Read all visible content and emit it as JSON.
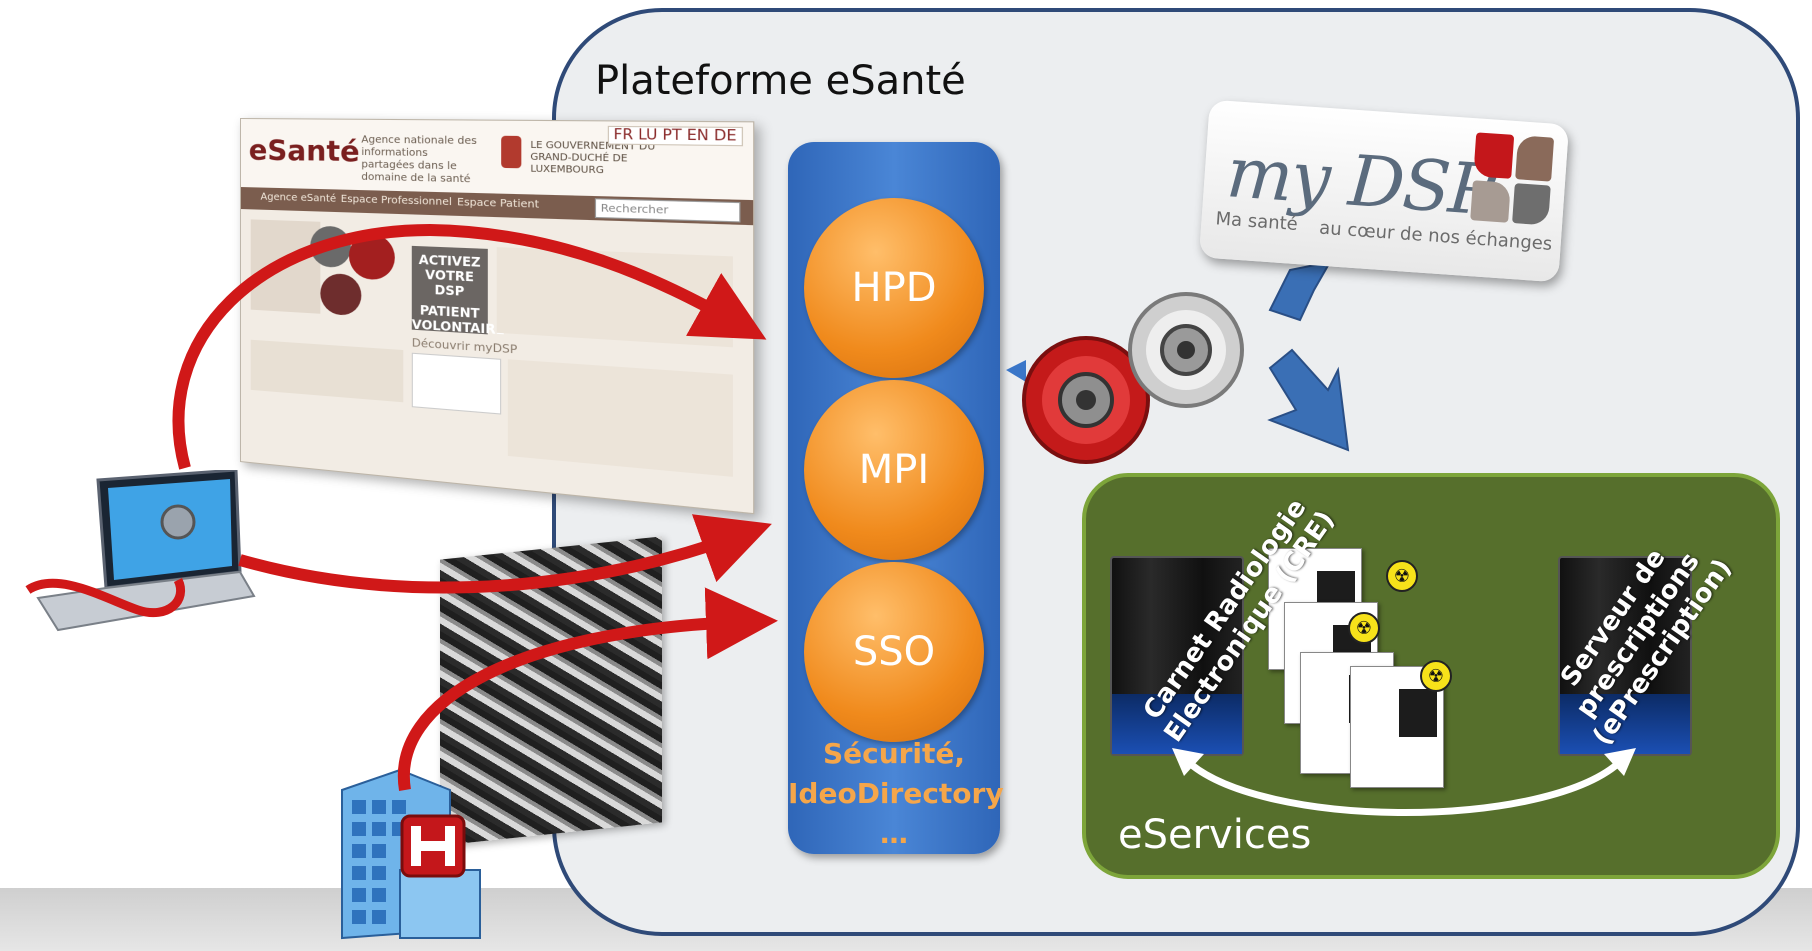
{
  "platform": {
    "title": "Plateforme eSanté"
  },
  "column": {
    "items": [
      "HPD",
      "MPI",
      "SSO"
    ],
    "footer_line1": "Sécurité,",
    "footer_line2": "IdeoDirectory",
    "footer_line3": "…"
  },
  "mydsp": {
    "logo": "my DSP",
    "tagline_left": "Ma santé",
    "tagline_right": "au cœur de nos échanges"
  },
  "eservices": {
    "label": "eServices",
    "server1_line1": "Carnet Radiologie",
    "server1_line2": "Electronique (CRE)",
    "server2_line1": "Serveur de",
    "server2_line2": "prescriptions",
    "server2_line3": "(ePrescription)"
  },
  "website": {
    "logo": "eSanté",
    "agency_text": "Agence nationale des informations partagées dans le domaine de la santé",
    "gov_text": "LE GOUVERNEMENT DU GRAND-DUCHÉ DE LUXEMBOURG",
    "languages": "FR LU PT EN DE",
    "nav": [
      "Agence eSanté",
      "Espace Professionnel",
      "Espace Patient"
    ],
    "search_placeholder": "Rechercher",
    "activez_line1": "ACTIVEZ",
    "activez_line2": "VOTRE DSP",
    "activez_line3": "PATIENT",
    "activez_line4": "VOLONTAIRE",
    "discover": "Découvrir myDSP"
  },
  "colors": {
    "platform_border": "#2f4a78",
    "column_blue": "#3a76c8",
    "pill_orange": "#f08a1c",
    "eservices_green": "#566f2c",
    "arrow_red": "#d01818"
  },
  "icons": [
    "laptop-stethoscope-icon",
    "hospital-icon",
    "cables-icon",
    "gears-icon",
    "server-icon",
    "radiation-icon",
    "xray-document-icon"
  ]
}
